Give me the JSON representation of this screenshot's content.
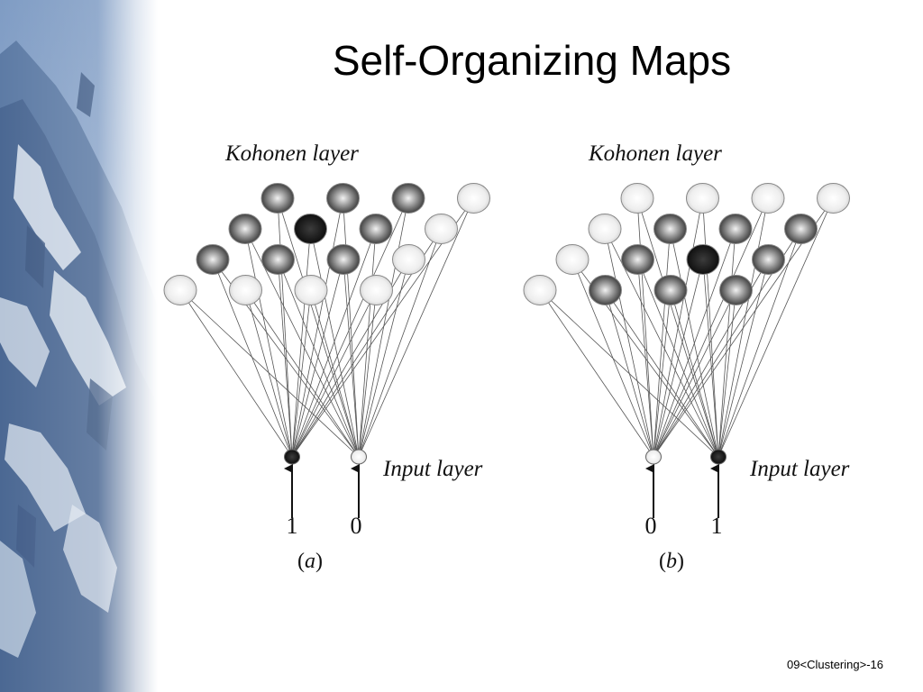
{
  "slide": {
    "title": "Self-Organizing Maps",
    "footer": "09<Clustering>-16"
  },
  "panels": [
    {
      "id": "a",
      "kohonen_label": "Kohonen layer",
      "input_label": "Input layer",
      "caption_open": "(",
      "caption_letter": "a",
      "caption_close": ")",
      "inputs": [
        {
          "value": "1",
          "shade": "dark"
        },
        {
          "value": "0",
          "shade": "light"
        }
      ],
      "kohonen_rows": [
        [
          "mid",
          "mid",
          "mid",
          "light"
        ],
        [
          "mid",
          "dark",
          "mid",
          "light"
        ],
        [
          "mid",
          "mid",
          "mid",
          "light"
        ],
        [
          "light",
          "light",
          "light",
          "light"
        ]
      ]
    },
    {
      "id": "b",
      "kohonen_label": "Kohonen layer",
      "input_label": "Input layer",
      "caption_open": "(",
      "caption_letter": "b",
      "caption_close": ")",
      "inputs": [
        {
          "value": "0",
          "shade": "light"
        },
        {
          "value": "1",
          "shade": "dark"
        }
      ],
      "kohonen_rows": [
        [
          "light",
          "light",
          "light",
          "light"
        ],
        [
          "light",
          "mid",
          "mid",
          "mid"
        ],
        [
          "light",
          "mid",
          "dark",
          "mid"
        ],
        [
          "light",
          "mid",
          "mid",
          "mid"
        ]
      ]
    }
  ],
  "colors": {
    "neuron_light": "#eeeeee",
    "neuron_mid": "#555555",
    "neuron_dark": "#151515",
    "connection": "#555555"
  }
}
